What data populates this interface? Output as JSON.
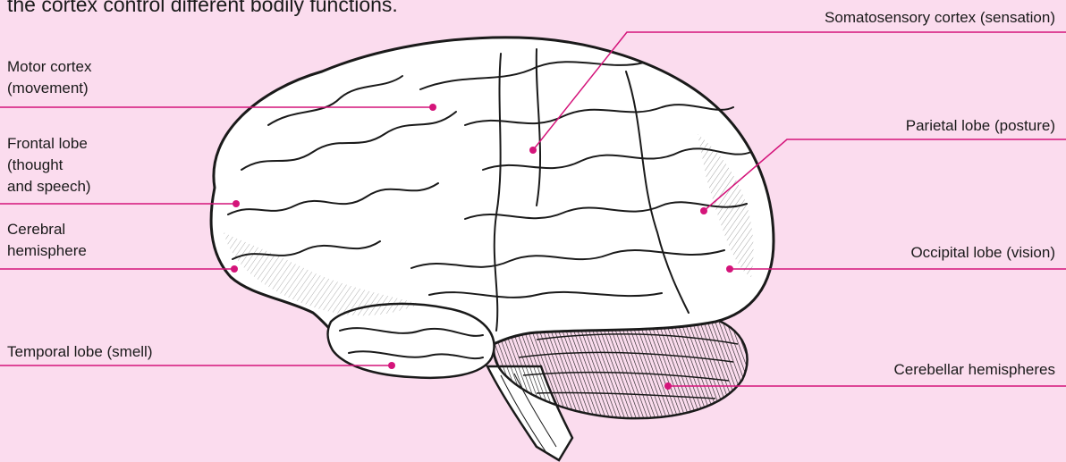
{
  "intro_text": "the cortex control different bodily functions.",
  "colors": {
    "background": "#fbdcee",
    "leader_line": "#d4147a",
    "brain_fill": "#ffffff",
    "brain_ink": "#1a1a1a"
  },
  "labels": {
    "motor_cortex": [
      "Motor cortex",
      "(movement)"
    ],
    "frontal_lobe": [
      "Frontal lobe",
      "(thought",
      "and speech)"
    ],
    "cerebral_hemisphere": [
      "Cerebral",
      "hemisphere"
    ],
    "temporal_lobe": "Temporal lobe (smell)",
    "somatosensory_cortex": "Somatosensory cortex (sensation)",
    "parietal_lobe": "Parietal lobe (posture)",
    "occipital_lobe": "Occipital lobe (vision)",
    "cerebellar_hemispheres": "Cerebellar hemispheres"
  },
  "illustration": "brain-illustration"
}
